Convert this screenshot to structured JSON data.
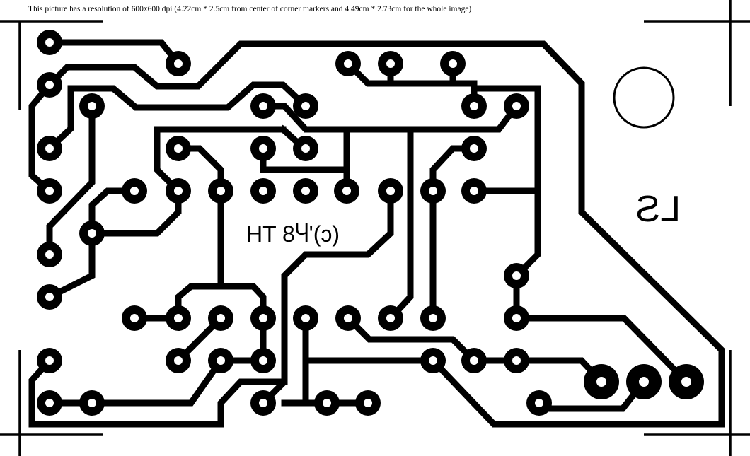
{
  "header": {
    "caption": "This picture has a resolution of 600x600 dpi  (4.22cm * 2.5cm from  center of corner markers and 4.49cm * 2.73cm for the whole image)"
  },
  "board": {
    "copper_label": "HT 8Ⴗ'(ɔ)",
    "board_id": "LS",
    "colors": {
      "copper": "#000000",
      "background": "#ffffff"
    }
  }
}
